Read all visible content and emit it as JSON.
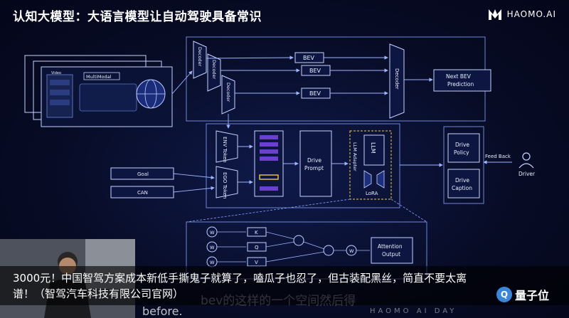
{
  "header": {
    "title": "认知大模型：大语言模型让自动驾驶具备常识",
    "brand": "HAOMO.AI"
  },
  "diagram": {
    "input_panel": {
      "video_label": "Video",
      "multimodal_label": "MultiModal"
    },
    "decoders": [
      "Decoder",
      "Decoder",
      "Decoder",
      "Decoder"
    ],
    "bev_boxes": [
      "BEV",
      "BEV",
      "BEV"
    ],
    "next_bev": "Next BEV Prediction",
    "tokens": {
      "env": "ENV Token",
      "ego": "EGO Token"
    },
    "inputs": {
      "goal": "Goal",
      "can": "CAN"
    },
    "drive_prompt": "Drive Prompt",
    "llm_adapter": "LLM Adapter",
    "llm": "LLM",
    "lora": "LoRA",
    "drive_policy": "Drive Policy",
    "drive_caption": "Drive Caption",
    "feedback": "Feed Back",
    "driver": "Driver",
    "attention": {
      "w_labels": [
        "W",
        "W",
        "W"
      ],
      "kqv": [
        "K",
        "Q",
        "V"
      ],
      "w_out": "W",
      "output": "Attention Output"
    }
  },
  "caption": {
    "line1": "3000元！中国智驾方案成本新低手撕鬼子就算了，嗑瓜子也忍了，但古装配黑丝，简直不要太离",
    "line2": "谱！（智驾汽车科技有限公司官网）"
  },
  "overlay": {
    "ghost_line": "bev的这样的一个空间然后得",
    "ghost_before": "before.",
    "footer_brand": "HAOMO AI DAY",
    "watermark": "量子位"
  }
}
